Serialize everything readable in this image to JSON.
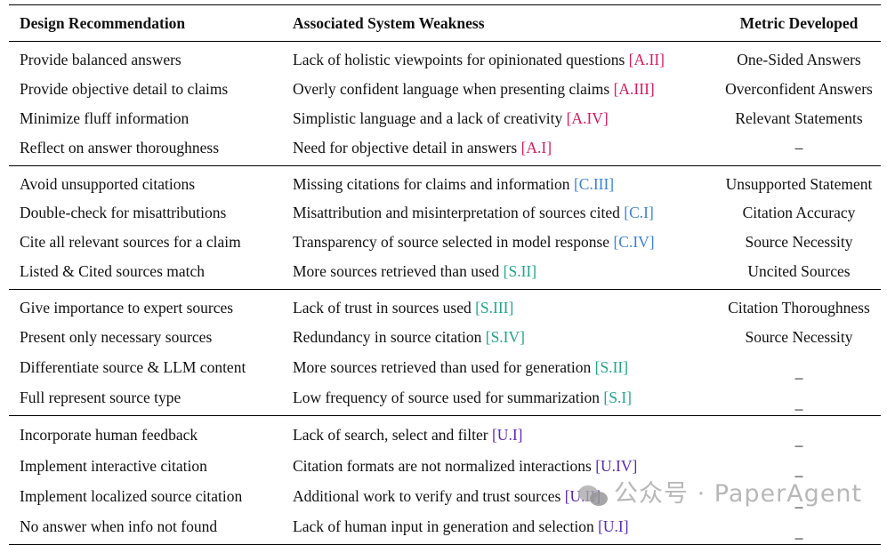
{
  "headers": {
    "design": "Design Recommendation",
    "weakness": "Associated System Weakness",
    "metric": "Metric Developed"
  },
  "colors": {
    "A": "#d81b60",
    "C": "#3b82d6",
    "S": "#22a58a",
    "U": "#5b2bb5"
  },
  "groups": [
    {
      "rows": [
        {
          "design": "Provide balanced answers",
          "weakness": "Lack of holistic viewpoints for opinionated questions",
          "ref": "[A.II]",
          "metric": "One-Sided Answers"
        },
        {
          "design": "Provide objective detail to claims",
          "weakness": "Overly confident language when presenting claims",
          "ref": "[A.III]",
          "metric": "Overconfident Answers"
        },
        {
          "design": "Minimize fluff information",
          "weakness": "Simplistic language and a lack of creativity",
          "ref": "[A.IV]",
          "metric": "Relevant Statements"
        },
        {
          "design": "Reflect on answer thoroughness",
          "weakness": "Need for objective detail in answers",
          "ref": "[A.I]",
          "metric": "–"
        }
      ]
    },
    {
      "rows": [
        {
          "design": "Avoid unsupported citations",
          "weakness": "Missing citations for claims and information",
          "ref": "[C.III]",
          "metric": "Unsupported Statement"
        },
        {
          "design": "Double-check for misattributions",
          "weakness": "Misattribution and misinterpretation of sources cited",
          "ref": "[C.I]",
          "metric": "Citation Accuracy"
        },
        {
          "design": "Cite all relevant sources for a claim",
          "weakness": "Transparency of source selected in model response",
          "ref": "[C.IV]",
          "metric": "Source Necessity"
        },
        {
          "design": "Listed & Cited sources match",
          "weakness": "More sources retrieved than used",
          "ref": "[S.II]",
          "metric": "Uncited Sources"
        }
      ]
    },
    {
      "rows": [
        {
          "design": "Give importance to expert sources",
          "weakness": "Lack of trust in sources used",
          "ref": "[S.III]",
          "metric": "Citation Thoroughness"
        },
        {
          "design": "Present only necessary sources",
          "weakness": "Redundancy in source citation",
          "ref": "[S.IV]",
          "metric": "Source Necessity"
        },
        {
          "design": "Differentiate source & LLM content",
          "weakness": "More sources retrieved than used for generation",
          "ref": "[S.II]",
          "metric": "_"
        },
        {
          "design": "Full represent source type",
          "weakness": "Low frequency of source used for summarization",
          "ref": "[S.I]",
          "metric": "_"
        }
      ]
    },
    {
      "rows": [
        {
          "design": "Incorporate human feedback",
          "weakness": "Lack of search, select and filter",
          "ref": "[U.I]",
          "metric": "_"
        },
        {
          "design": "Implement interactive citation",
          "weakness": "Citation formats are not normalized interactions",
          "ref": "[U.IV]",
          "metric": "_"
        },
        {
          "design": "Implement localized source citation",
          "weakness": "Additional work to verify and trust sources",
          "ref": "[U.II]",
          "metric": "_"
        },
        {
          "design": "No answer when info not found",
          "weakness": "Lack of human input in generation and selection",
          "ref": "[U.I]",
          "metric": "_"
        }
      ]
    }
  ],
  "watermark": {
    "text": "公众号 · PaperAgent",
    "icon": "wechat-icon"
  }
}
